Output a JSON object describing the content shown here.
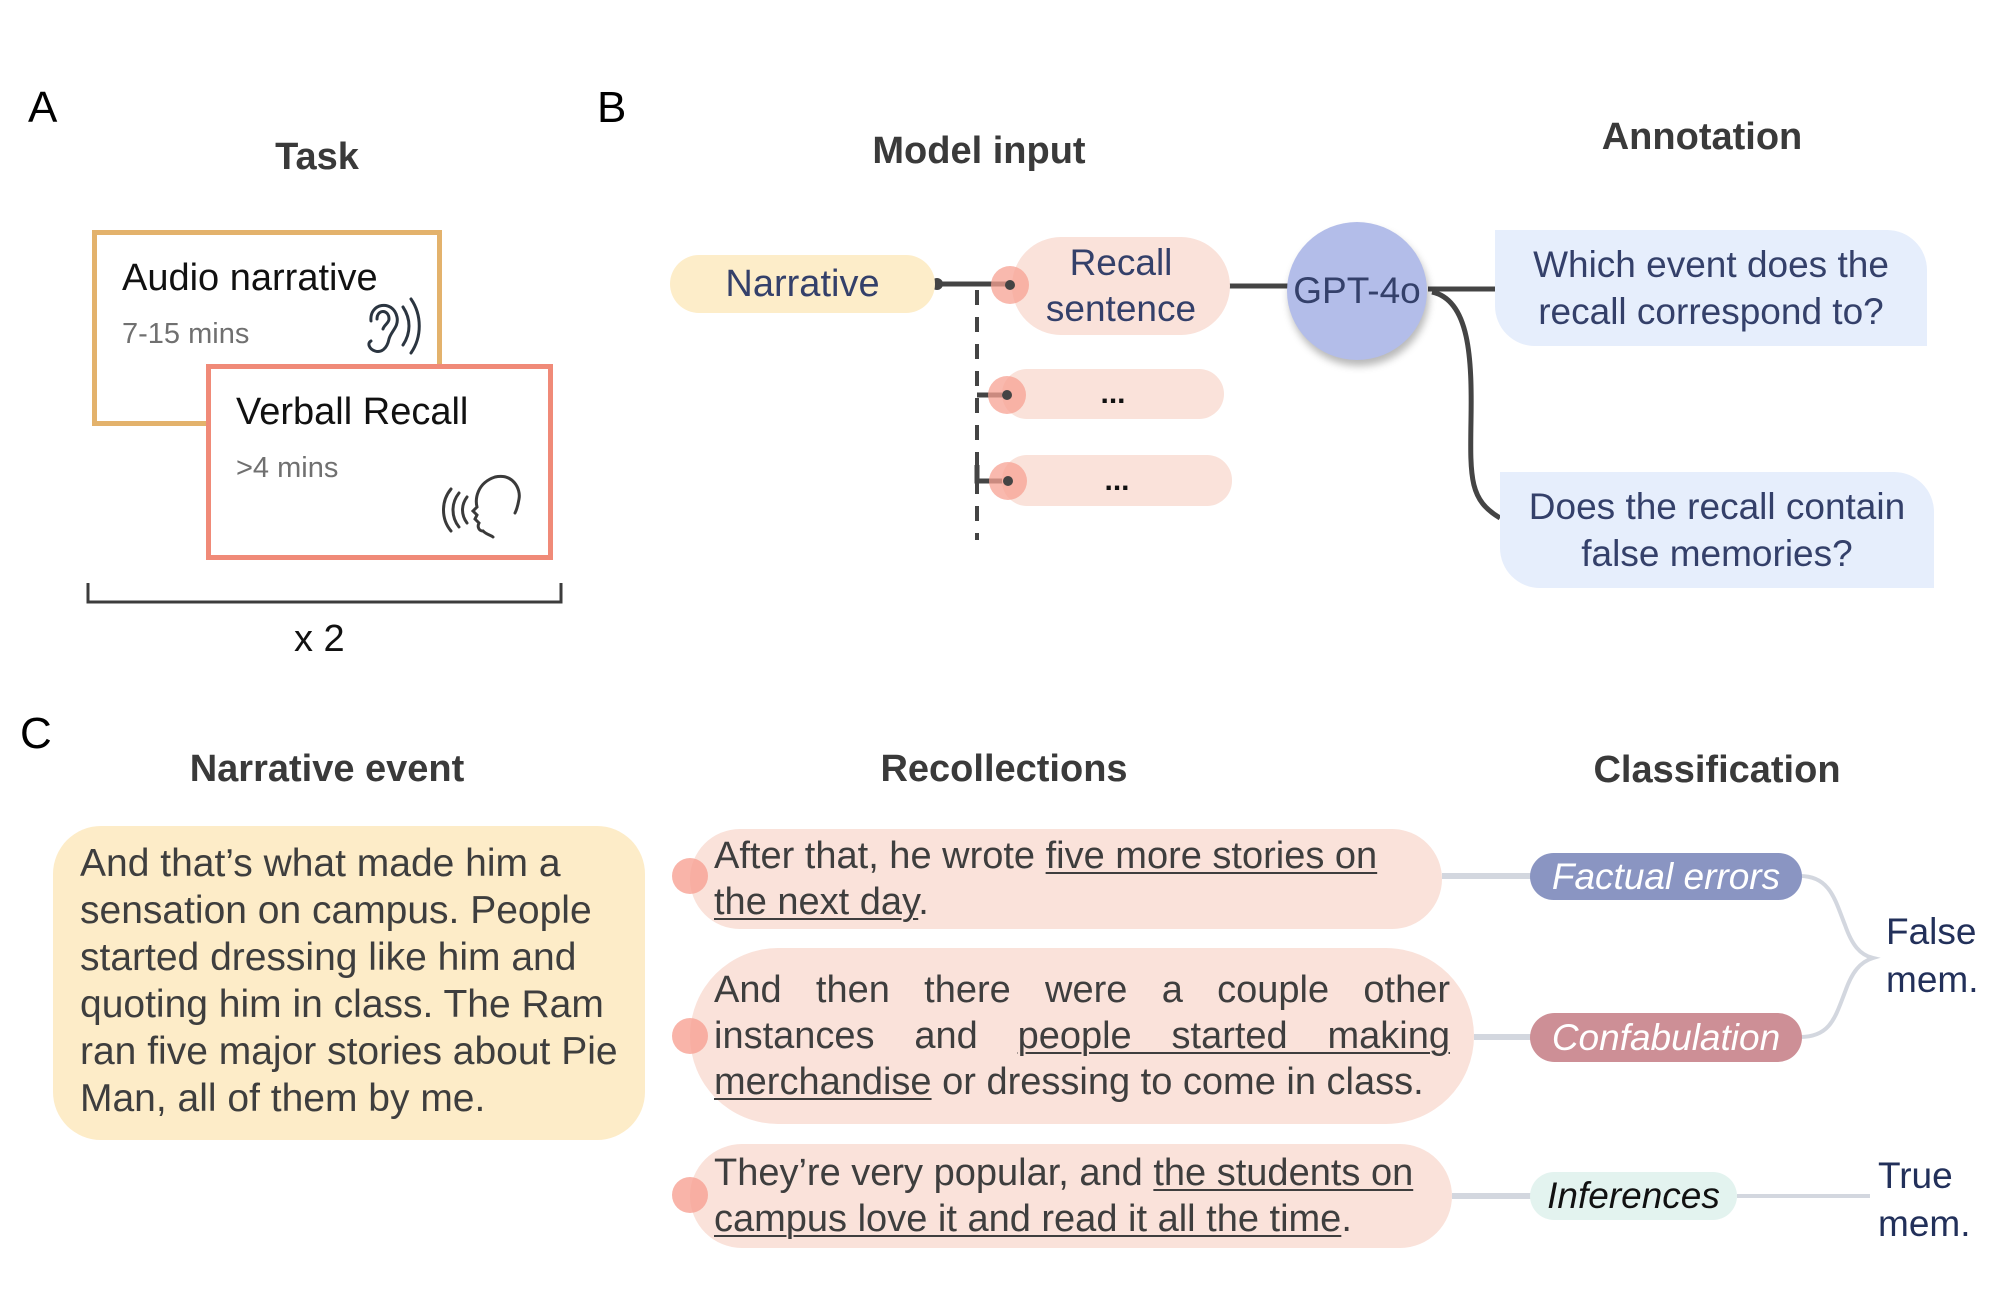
{
  "panels": {
    "a": {
      "label": "A",
      "title": "Task",
      "audio_box": {
        "title": "Audio narrative",
        "duration": "7-15 mins",
        "icon": "ear-listening-icon",
        "border_color": "#e3b26c"
      },
      "recall_box": {
        "title": "Verball Recall",
        "duration": ">4 mins",
        "icon": "speaking-head-icon",
        "border_color": "#f08a78"
      },
      "repeat_label": "x 2"
    },
    "b": {
      "label": "B",
      "model_input_title": "Model input",
      "annotation_title": "Annotation",
      "narrative_pill": "Narrative",
      "recall_pill_line1": "Recall",
      "recall_pill_line2": "sentence",
      "ellipsis_pills": [
        "...",
        "..."
      ],
      "model": "GPT-4o",
      "questions": [
        {
          "line1": "Which event does the",
          "line2": "recall correspond to?"
        },
        {
          "line1": "Does the recall contain",
          "line2": "false memories?"
        }
      ],
      "colors": {
        "narrative": "#fdedc9",
        "recall": "#fae2da",
        "dot": "#f7a89c",
        "model": "#b3bde9",
        "question": "#e6eefc"
      }
    },
    "c": {
      "label": "C",
      "narrative_title": "Narrative event",
      "recollections_title": "Recollections",
      "classification_title": "Classification",
      "narrative_event_lines": [
        "And that’s what made him a",
        "sensation on campus. People",
        "started dressing like him and",
        "quoting him in class. The Ram",
        "ran five major stories about Pie",
        "Man, all of them by me."
      ],
      "recollections": [
        {
          "segments": [
            {
              "text": "After that, he wrote ",
              "underline": false
            },
            {
              "text": "five more stories on the next day",
              "underline": true
            },
            {
              "text": ".",
              "underline": false
            }
          ],
          "classification": "Factual errors"
        },
        {
          "segments": [
            {
              "text": "And then there were a couple other instances and ",
              "underline": false
            },
            {
              "text": "people started making merchandise",
              "underline": true
            },
            {
              "text": " or dressing to come in class.",
              "underline": false
            }
          ],
          "classification": "Confabulation"
        },
        {
          "segments": [
            {
              "text": "They’re very popular, and ",
              "underline": false
            },
            {
              "text": "the students on campus love it and read it all the time",
              "underline": true
            },
            {
              "text": ".",
              "underline": false
            }
          ],
          "classification": "Inferences"
        }
      ],
      "classifications": {
        "factual": {
          "label": "Factual errors",
          "color": "#8a95c2"
        },
        "confab": {
          "label": "Confabulation",
          "color": "#cd8f96"
        },
        "inferences": {
          "label": "Inferences",
          "color": "#e3f3ef"
        }
      },
      "false_mem": {
        "line1": "False",
        "line2": "mem."
      },
      "true_mem": {
        "line1": "True",
        "line2": "mem."
      }
    }
  }
}
